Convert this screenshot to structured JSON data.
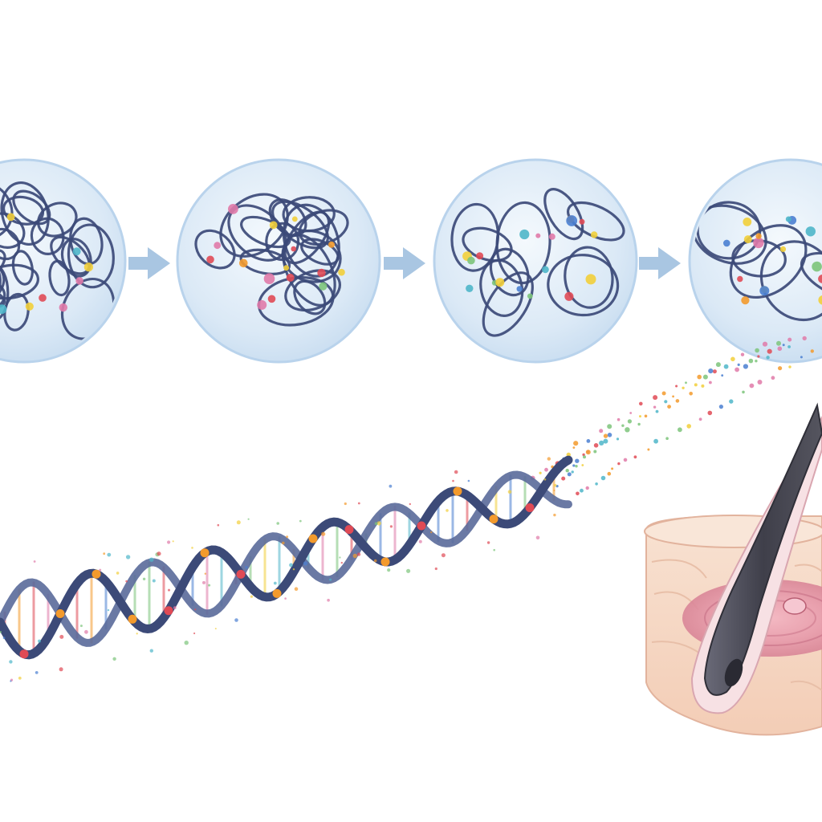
{
  "diagram": {
    "stages": [
      {
        "id": "stage-1",
        "packing": "condensed"
      },
      {
        "id": "stage-2",
        "packing": "loosening"
      },
      {
        "id": "stage-3",
        "packing": "open"
      },
      {
        "id": "stage-4",
        "packing": "unwinding"
      }
    ],
    "arrow_count": 3,
    "elements": [
      "chromatin-circle",
      "flow-arrow",
      "dna-double-helix",
      "hair-follicle",
      "skin-cross-section"
    ]
  },
  "colors": {
    "background": "#ffffff",
    "circle_fill": "#dbe9f6",
    "circle_edge": "#b9d3ec",
    "arrow": "#a9c6e2",
    "strand": "#3c4a78",
    "bead_red": "#e04a55",
    "bead_orange": "#f39a2c",
    "bead_yellow": "#f2cf3a",
    "bead_green": "#7cc47a",
    "bead_teal": "#4fb6c9",
    "bead_blue": "#4a7fd1",
    "bead_pink": "#e07aa8",
    "skin": "#f6d7c3",
    "skin_inner": "#e9a2ae",
    "hair_shaft": "#4a4a55"
  }
}
